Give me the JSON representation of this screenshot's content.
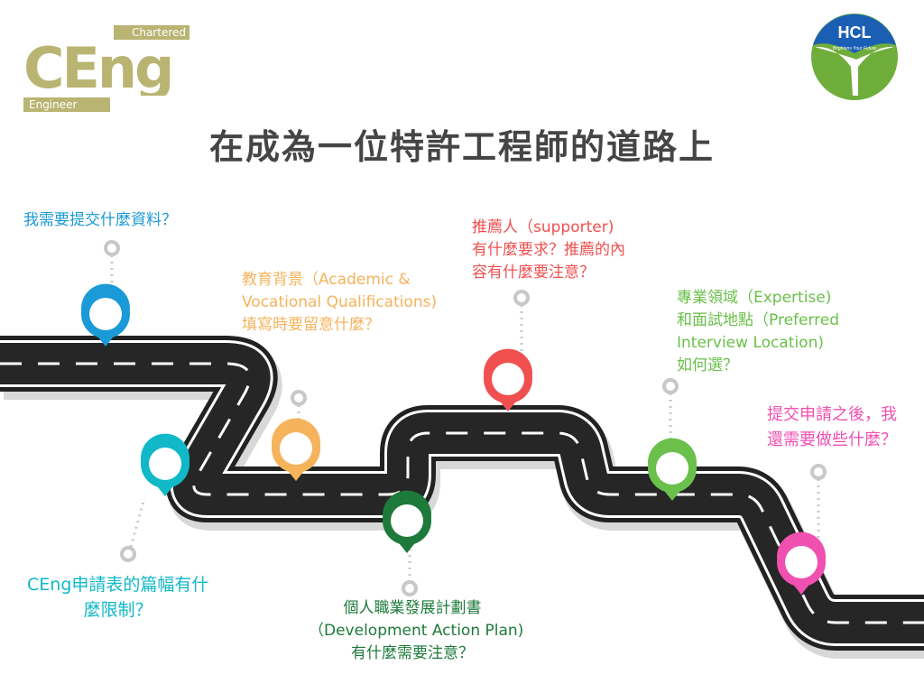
{
  "logos": {
    "ceng": {
      "big": "CEng",
      "top": "Chartered",
      "bottom": "Engineer",
      "color": "#b9b472"
    },
    "hcl": {
      "name": "HCL",
      "tagline": "Brightens Your Future",
      "blue": "#1a5fb4",
      "green": "#6fae3a"
    }
  },
  "title": "在成為一位特許工程師的道路上",
  "steps": [
    {
      "lines": [
        "我需要提交什麼資料？"
      ],
      "color": "#1a9ad6"
    },
    {
      "lines": [
        "CEng申請表的篇幅有什",
        "麼限制？"
      ],
      "color": "#10b8c8"
    },
    {
      "lines": [
        "教育背景（Academic &",
        "Vocational Qualifications)",
        "填寫時要留意什麼？"
      ],
      "color": "#f5b35c"
    },
    {
      "lines": [
        "個人職業發展計劃書",
        "（Development Action Plan)",
        "有什麼需要注意？"
      ],
      "color": "#1e7a3a"
    },
    {
      "lines": [
        "推薦人（supporter)",
        "有什麼要求？推薦的內",
        "容有什麼要注意？"
      ],
      "color": "#f0504f"
    },
    {
      "lines": [
        "專業領域（Expertise)",
        "和面試地點（Preferred",
        "Interview Location)",
        "如何選？"
      ],
      "color": "#6ac04a"
    },
    {
      "lines": [
        "提交申請之後，我",
        "還需要做些什麼？"
      ],
      "color": "#f050b0"
    }
  ]
}
